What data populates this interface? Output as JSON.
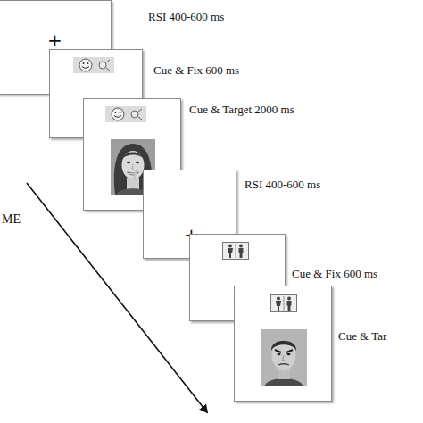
{
  "diagram": {
    "nodes": [
      {
        "text": [
          "RSI 400-600 ms",
          "+"
        ]
      },
      {
        "text": [
          "Cue & Fix 600 ms",
          "+"
        ]
      },
      {
        "text": [
          "Cue & Target 2000 ms"
        ]
      },
      {
        "text": [
          "RSI 400-600 ms",
          "+"
        ]
      },
      {
        "text": [
          "Cue & Fix 600 ms",
          "+"
        ]
      },
      {
        "text": [
          "Cue & Tar"
        ]
      }
    ],
    "labels": [
      "ME"
    ]
  }
}
